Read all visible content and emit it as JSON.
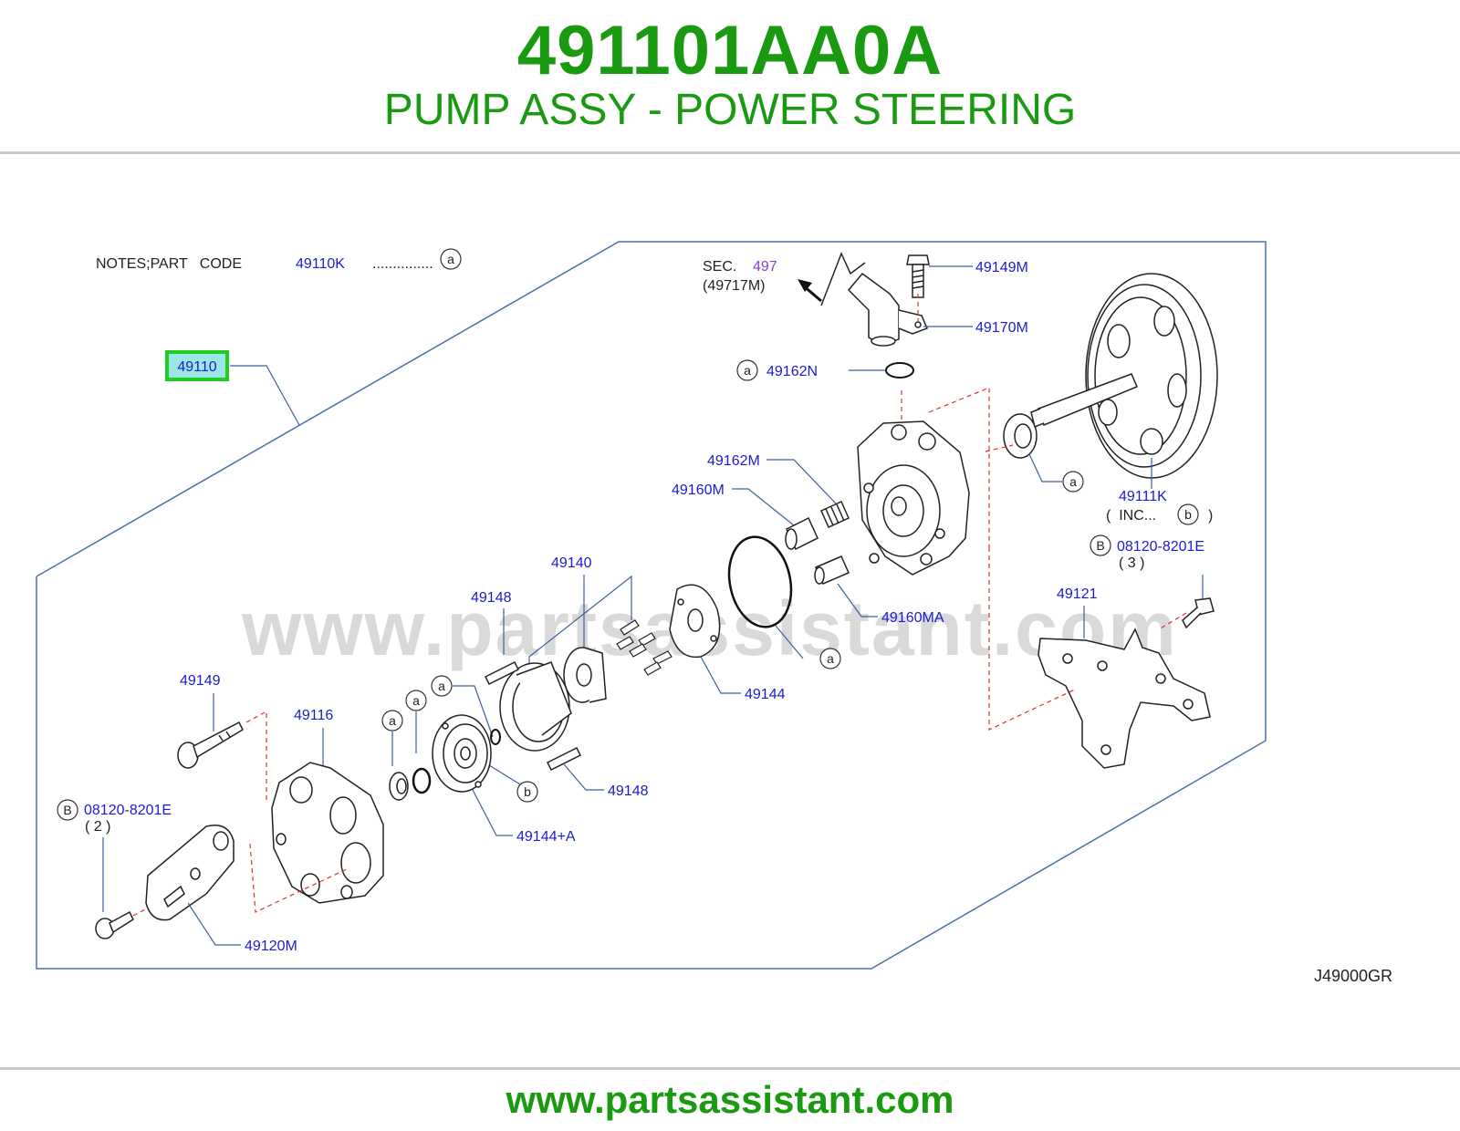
{
  "header": {
    "part_number": "491101AA0A",
    "description": "PUMP ASSY - POWER STEERING"
  },
  "diagram": {
    "notes_label": "NOTES;PART   CODE",
    "notes_code": "49110K",
    "notes_dots": "...............",
    "notes_marker": "a",
    "highlighted_part": "49110",
    "sec_label": "SEC.",
    "sec_number": "497",
    "sec_ref": "(49717M)",
    "diagram_code": "J49000GR",
    "watermark": "www.partsassistant.com",
    "labels": {
      "p49149M": "49149M",
      "p49170M": "49170M",
      "p49162N": "49162N",
      "p49162M": "49162M",
      "p49160M": "49160M",
      "p49111K": "49111K",
      "inc_text": "(  INC...",
      "inc_close": ")",
      "bolt_right": "08120-8201E",
      "bolt_right_qty": "( 3 )",
      "p49121": "49121",
      "p49160MA": "49160MA",
      "p49140": "49140",
      "p49148_top": "49148",
      "p49144": "49144",
      "p49149": "49149",
      "p49116": "49116",
      "p49148_bottom": "49148",
      "p49144A": "49144+A",
      "bolt_left": "08120-8201E",
      "bolt_left_qty": "( 2 )",
      "p49120M": "49120M"
    },
    "markers": {
      "a": "a",
      "b": "b",
      "B": "B"
    }
  },
  "footer": {
    "url": "www.partsassistant.com"
  },
  "colors": {
    "brand_green": "#1a9a10",
    "label_blue": "#1b1bd0",
    "sec_purple": "#8a3fd0",
    "leader_blue": "#3b5fa0",
    "dash_red": "#e03030"
  }
}
